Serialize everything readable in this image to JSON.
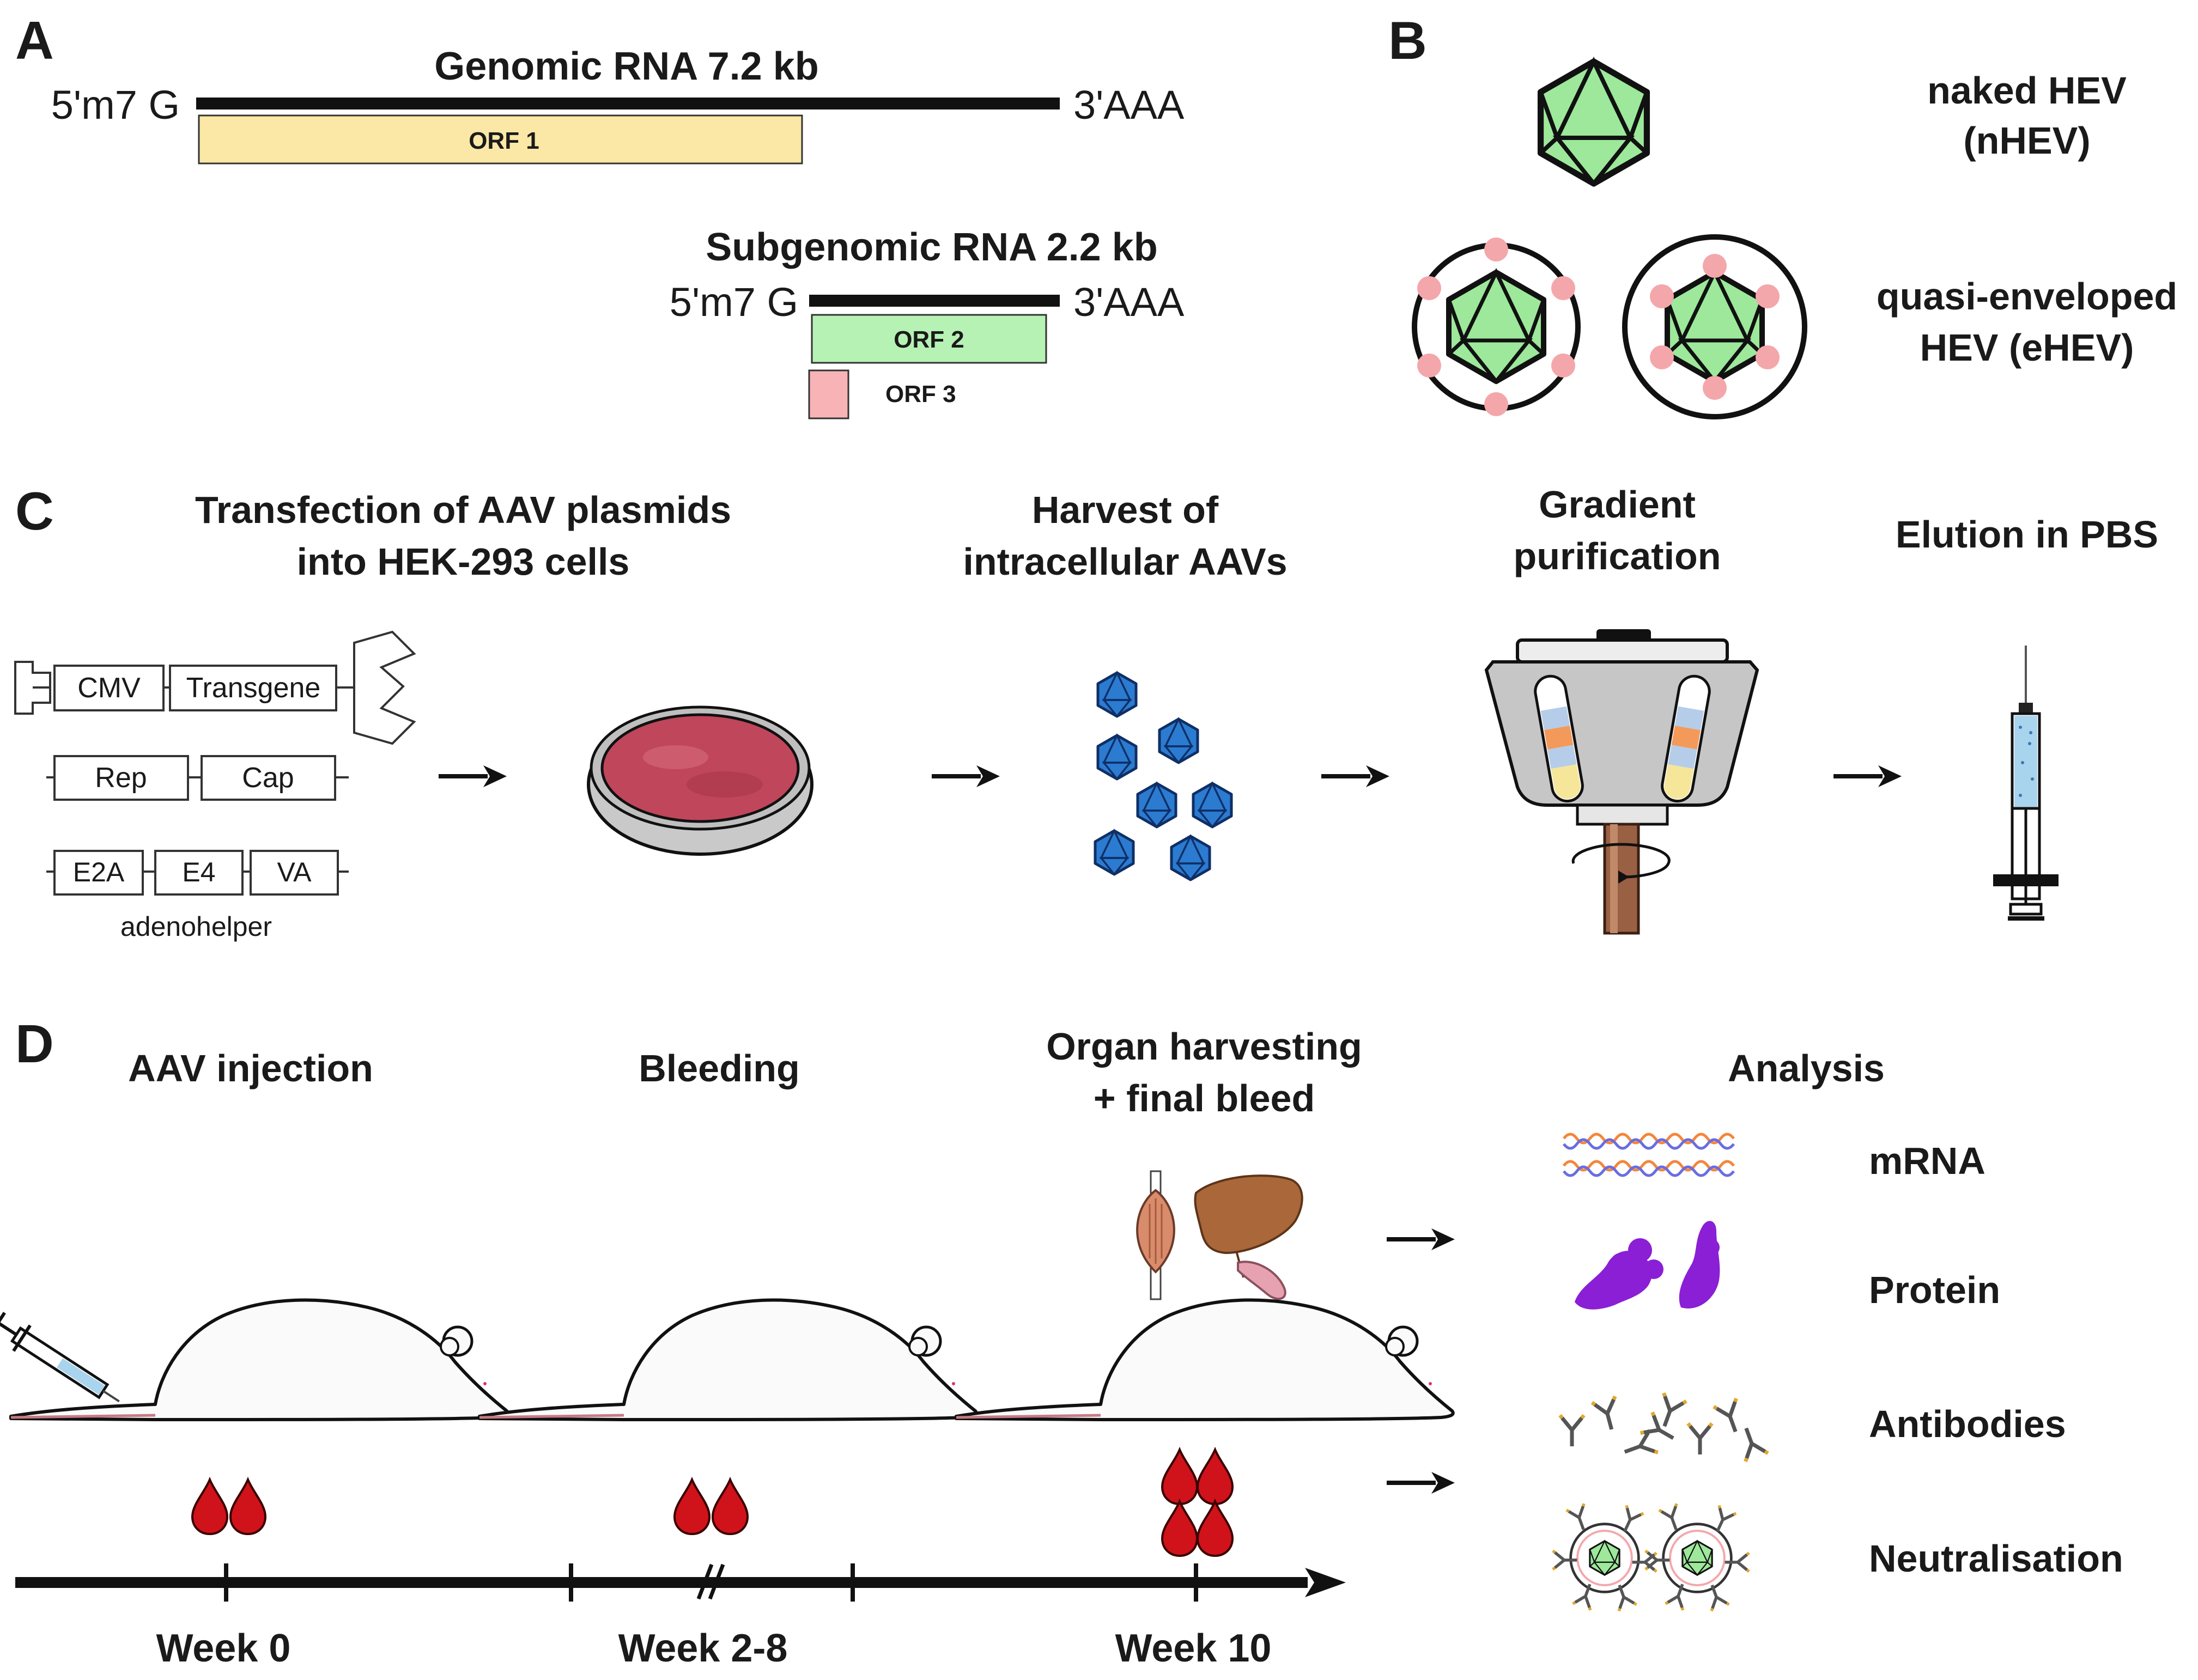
{
  "panels": {
    "a": "A",
    "b": "B",
    "c": "C",
    "d": "D"
  },
  "panel_a": {
    "genomic_title": "Genomic RNA 7.2 kb",
    "five_prime": "5'm7 G",
    "three_prime": "3'AAA",
    "orf1": "ORF 1",
    "subgenomic_title": "Subgenomic RNA 2.2 kb",
    "orf2": "ORF 2",
    "orf3": "ORF 3",
    "colors": {
      "orf1": "#fbe8a6",
      "orf2": "#b6f2b4",
      "orf3": "#f7b3b6"
    }
  },
  "panel_b": {
    "naked_line1": "naked HEV",
    "naked_line2": "(nHEV)",
    "quasi_line1": "quasi-enveloped",
    "quasi_line2": "HEV (eHEV)",
    "colors": {
      "capsid": "#9de89a",
      "lipid": "#f4a7ab"
    }
  },
  "panel_c": {
    "step1_line1": "Transfection of AAV plasmids",
    "step1_line2": "into HEK-293 cells",
    "step2_line1": "Harvest of",
    "step2_line2": "intracellular AAVs",
    "step3_line1": "Gradient",
    "step3_line2": "purification",
    "step4": "Elution in PBS",
    "plasmid_cmv": "CMV",
    "plasmid_transgene": "Transgene",
    "plasmid_rep": "Rep",
    "plasmid_cap": "Cap",
    "plasmid_e2a": "E2A",
    "plasmid_e4": "E4",
    "plasmid_va": "VA",
    "adenohelper": "adenohelper",
    "colors": {
      "aav": "#2b7bd1",
      "dish": "#c0465b",
      "syringe_fluid": "#a9d4ee"
    }
  },
  "panel_d": {
    "step1": "AAV injection",
    "step2": "Bleeding",
    "step3_line1": "Organ harvesting",
    "step3_line2": "+ final bleed",
    "analysis": "Analysis",
    "week0": "Week 0",
    "week2_8": "Week 2-8",
    "week10": "Week 10",
    "mrna": "mRNA",
    "protein": "Protein",
    "antibodies": "Antibodies",
    "neutralisation": "Neutralisation",
    "colors": {
      "blood": "#d0121b",
      "protein": "#8a1fd6",
      "liver": "#a9673a"
    }
  }
}
